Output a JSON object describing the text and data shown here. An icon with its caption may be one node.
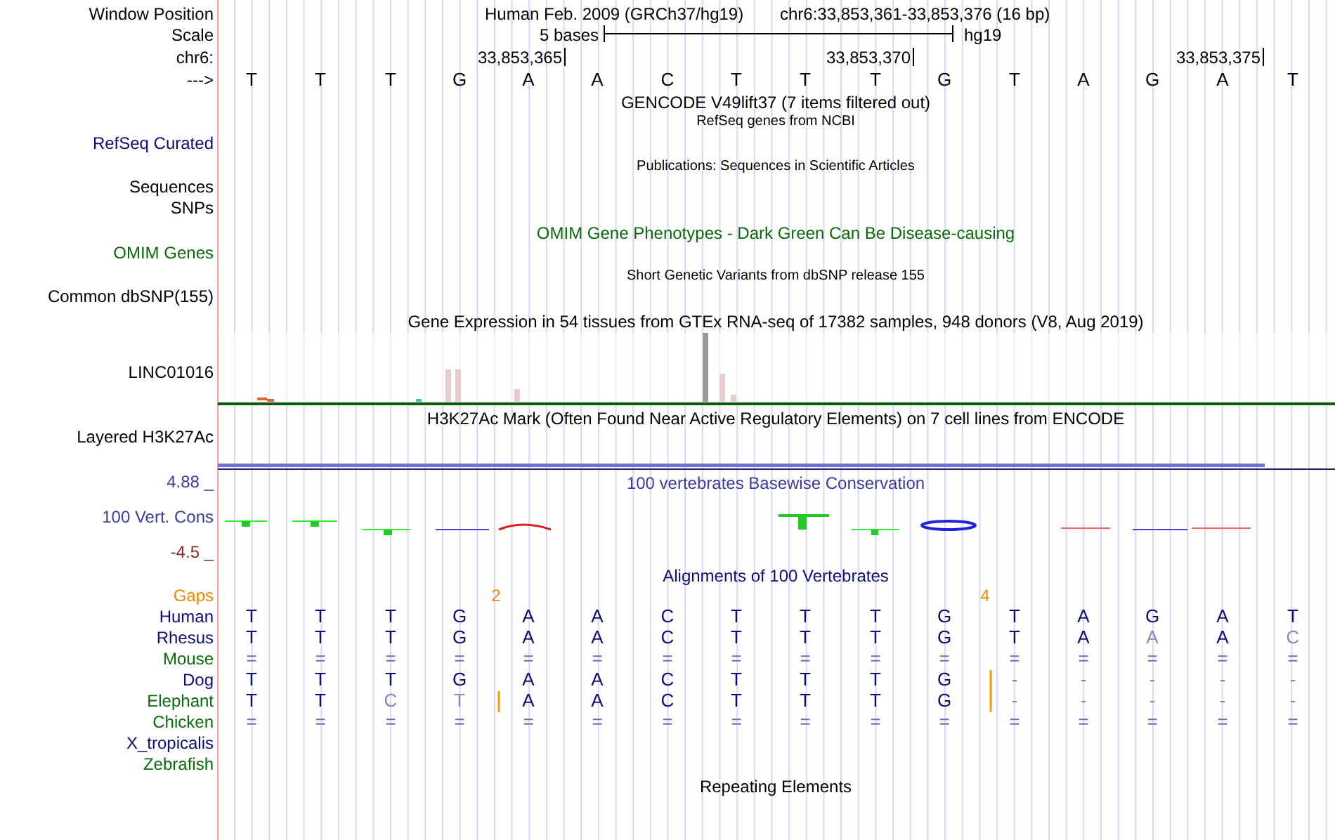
{
  "diagram": {
    "labels": [
      "Window Position",
      "Human Feb. 2009 (GRCh37/hg19)",
      "chr6:33,853,361-33,853,376 (16 bp)",
      "Scale",
      "5 bases",
      "hg19",
      "chr6:",
      "33,853,365",
      "33,853,370",
      "33,853,375",
      "--->",
      "T",
      "T",
      "T",
      "G",
      "A",
      "A",
      "C",
      "T",
      "T",
      "T",
      "G",
      "T",
      "A",
      "G",
      "A",
      "T",
      "GENCODE V49lift37 (7 items filtered out)",
      "RefSeq genes from NCBI",
      "RefSeq Curated",
      "Publications: Sequences in Scientific Articles",
      "Sequences",
      "SNPs",
      "OMIM Gene Phenotypes - Dark Green Can Be Disease-causing",
      "OMIM Genes",
      "Short Genetic Variants from dbSNP release 155",
      "Common dbSNP(155)",
      "Gene Expression in 54 tissues from GTEx RNA-seq of 17382 samples, 948 donors (V8, Aug 2019)",
      "LINC01016",
      "H3K27Ac Mark (Often Found Near Active Regulatory Elements) on 7 cell lines from ENCODE",
      "Layered H3K27Ac",
      "4.88 _",
      "100 vertebrates Basewise Conservation",
      "100 Vert. Cons",
      "-4.5 _",
      "Alignments of 100 Vertebrates",
      "Gaps",
      "2",
      "4",
      "Human",
      "T",
      "T",
      "T",
      "G",
      "A",
      "A",
      "C",
      "T",
      "T",
      "T",
      "G",
      "T",
      "A",
      "G",
      "A",
      "T",
      "Rhesus",
      "T",
      "T",
      "T",
      "G",
      "A",
      "A",
      "C",
      "T",
      "T",
      "T",
      "G",
      "T",
      "A",
      "A",
      "A",
      "C",
      "Mouse",
      "=",
      "=",
      "=",
      "=",
      "=",
      "=",
      "=",
      "=",
      "=",
      "=",
      "=",
      "=",
      "=",
      "=",
      "=",
      "=",
      "Dog",
      "T",
      "T",
      "T",
      "G",
      "A",
      "A",
      "C",
      "T",
      "T",
      "T",
      "G",
      "-",
      "-",
      "-",
      "-",
      "-",
      "Elephant",
      "T",
      "T",
      "C",
      "T",
      "A",
      "A",
      "C",
      "T",
      "T",
      "T",
      "G",
      "-",
      "-",
      "-",
      "-",
      "-",
      "Chicken",
      "=",
      "=",
      "=",
      "=",
      "=",
      "=",
      "=",
      "=",
      "=",
      "=",
      "=",
      "=",
      "=",
      "=",
      "=",
      "=",
      "X_tropicalis",
      "Zebrafish",
      "Repeating Elements"
    ]
  }
}
